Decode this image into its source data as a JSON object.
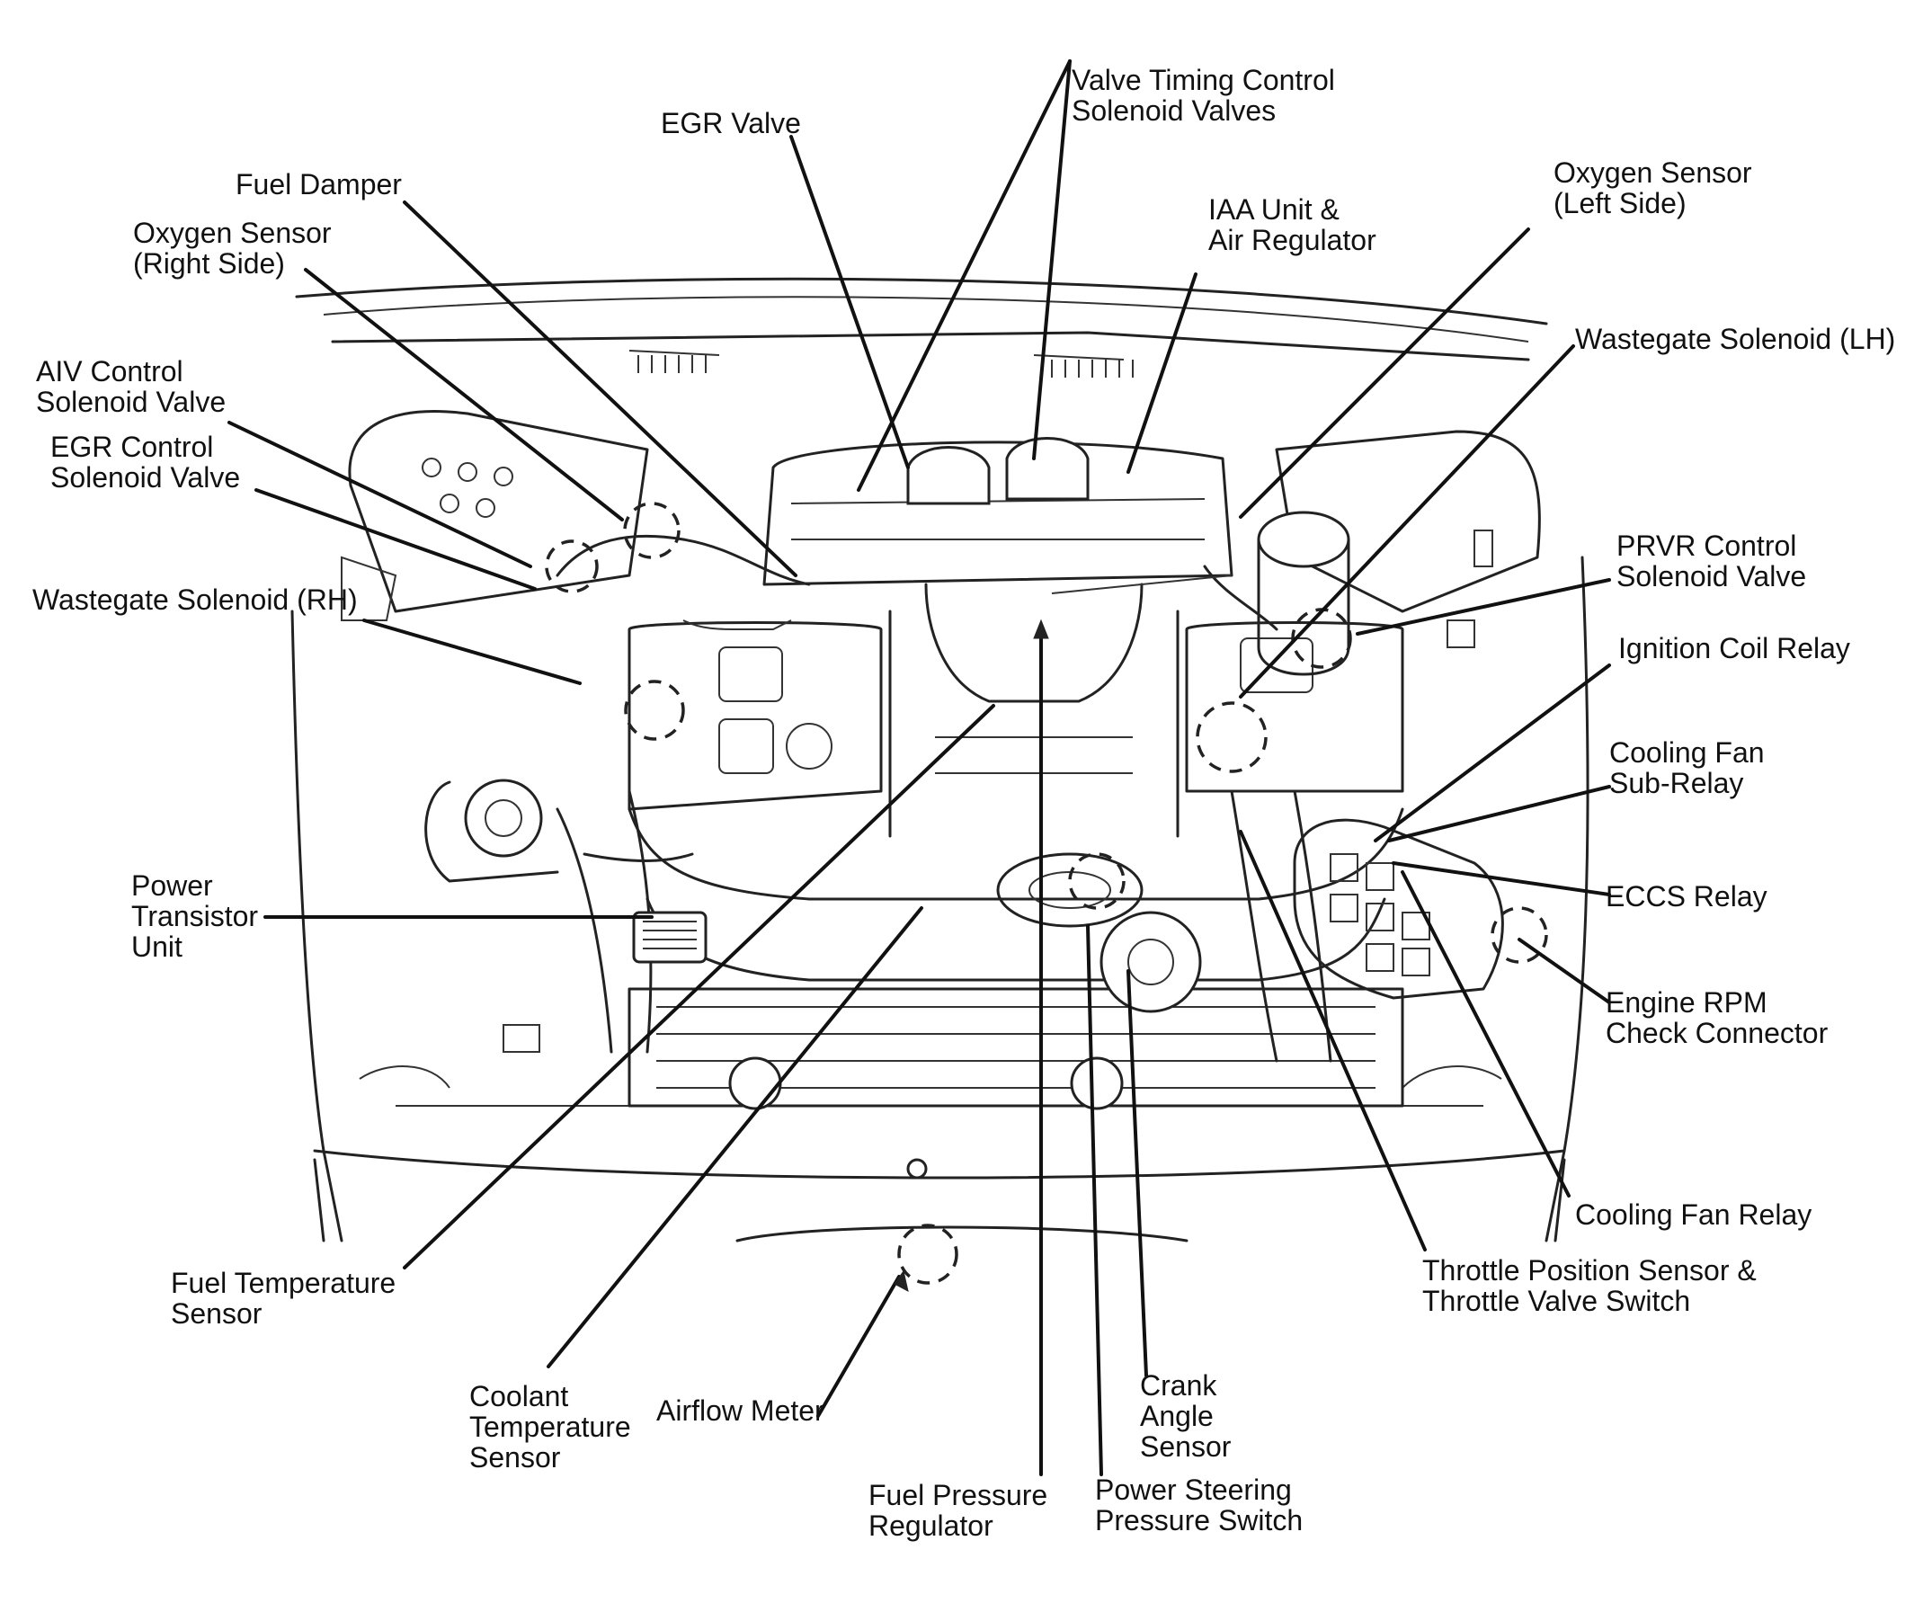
{
  "colors": {
    "ink": "#111111",
    "paper": "#ffffff"
  },
  "labels": {
    "valve_timing": [
      "Valve Timing Control",
      "Solenoid Valves"
    ],
    "egr_valve": [
      "EGR Valve"
    ],
    "fuel_damper": [
      "Fuel Damper"
    ],
    "o2_right": [
      "Oxygen Sensor",
      "(Right Side)"
    ],
    "o2_left": [
      "Oxygen Sensor",
      "(Left Side)"
    ],
    "iaa_unit": [
      "IAA Unit &",
      "Air Regulator"
    ],
    "wastegate_lh": [
      "Wastegate Solenoid (LH)"
    ],
    "aiv_control": [
      "AIV Control",
      "Solenoid Valve"
    ],
    "egr_control": [
      "EGR Control",
      "Solenoid Valve"
    ],
    "wastegate_rh": [
      "Wastegate Solenoid (RH)"
    ],
    "prvr_control": [
      "PRVR Control",
      "Solenoid Valve"
    ],
    "ignition_coil_relay": [
      "Ignition Coil Relay"
    ],
    "cooling_fan_sub_relay": [
      "Cooling Fan",
      "Sub-Relay"
    ],
    "power_transistor": [
      "Power",
      "Transistor",
      "Unit"
    ],
    "eccs_relay": [
      "ECCS Relay"
    ],
    "engine_rpm_check": [
      "Engine RPM",
      "Check Connector"
    ],
    "cooling_fan_relay": [
      "Cooling Fan Relay"
    ],
    "throttle_position": [
      "Throttle Position Sensor &",
      "Throttle Valve Switch"
    ],
    "fuel_temp": [
      "Fuel Temperature",
      "Sensor"
    ],
    "coolant_temp": [
      "Coolant",
      "Temperature",
      "Sensor"
    ],
    "airflow_meter": [
      "Airflow Meter"
    ],
    "crank_angle": [
      "Crank",
      "Angle",
      "Sensor"
    ],
    "fuel_pressure_reg": [
      "Fuel Pressure",
      "Regulator"
    ],
    "ps_pressure_switch": [
      "Power Steering",
      "Pressure Switch"
    ]
  }
}
